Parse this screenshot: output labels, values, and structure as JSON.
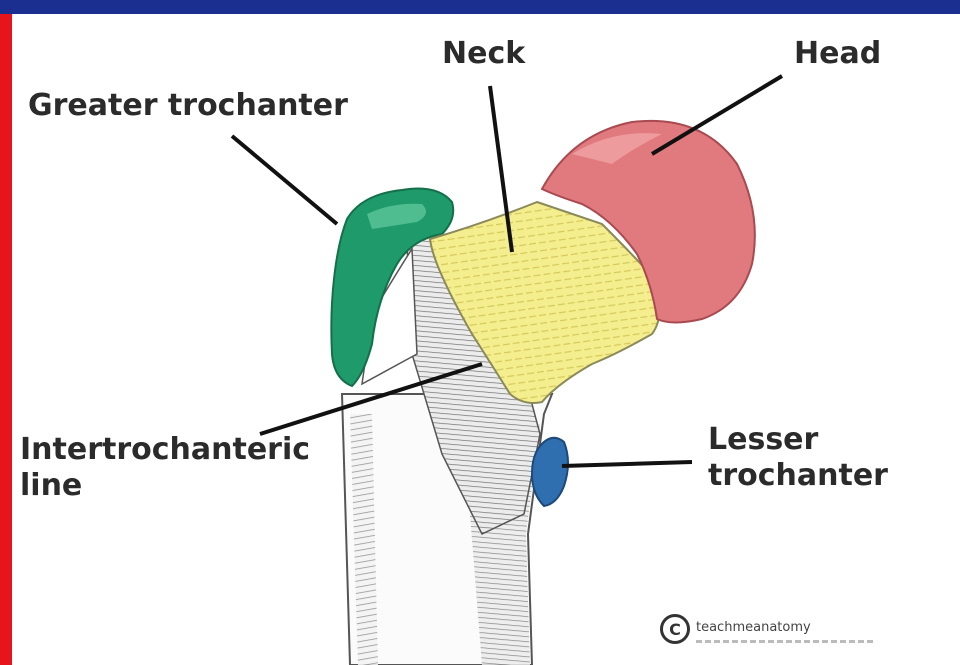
{
  "labels": {
    "neck": "Neck",
    "head": "Head",
    "greater_trochanter": "Greater trochanter",
    "intertrochanteric_line_1": "Intertrochanteric",
    "intertrochanteric_line_2": "line",
    "lesser_trochanter_1": "Lesser",
    "lesser_trochanter_2": "trochanter"
  },
  "credit": {
    "brand": "teachmeanatomy"
  },
  "colors": {
    "frame_top": "#1a2f8f",
    "frame_border": "#e8141c",
    "head": "#e07a7e",
    "neck": "#f2ec8c",
    "greater_trochanter": "#1f9a6a",
    "lesser_trochanter": "#2f6fb0",
    "bone_shade": "#9a9a9a"
  }
}
